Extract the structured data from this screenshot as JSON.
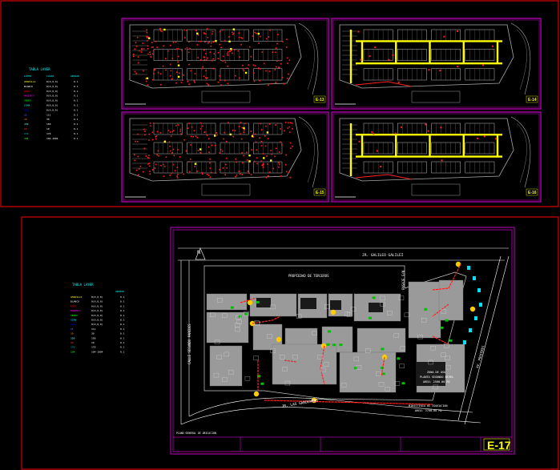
{
  "top_legend": {
    "title": "TABLA LAYER",
    "headers": [
      "LAYER",
      "COLOR",
      "GROSOR"
    ],
    "rows": [
      {
        "name": "AMARILLO",
        "color_hex": "#ffff00",
        "val": "0(0,0,0)",
        "w": "0.1"
      },
      {
        "name": "BLANCO",
        "color_hex": "#ffffff",
        "val": "0(0,0,0)",
        "w": "0.1"
      },
      {
        "name": "ROJO",
        "color_hex": "#ff0000",
        "val": "0(0,0,0)",
        "w": "0.1"
      },
      {
        "name": "MAGENTA",
        "color_hex": "#ff00ff",
        "val": "0(0,0,0)",
        "w": "0.1"
      },
      {
        "name": "VERDE",
        "color_hex": "#00ff00",
        "val": "0(0,0,0)",
        "w": "0.1"
      },
      {
        "name": "CIAN",
        "color_hex": "#00ffff",
        "val": "0(0,0,0)",
        "w": "0.1"
      },
      {
        "name": "AZUL",
        "color_hex": "#0000ff",
        "val": "0(0,0,0)",
        "w": "0.1"
      },
      {
        "name": "11",
        "color_hex": "#8080ff",
        "val": "111",
        "w": "0.1"
      },
      {
        "name": "30",
        "color_hex": "#ff8000",
        "val": "30",
        "w": "0.1"
      },
      {
        "name": "150",
        "color_hex": "#80ffff",
        "val": "150",
        "w": "0.1"
      },
      {
        "name": "10",
        "color_hex": "#ff4040",
        "val": "10",
        "w": "0.1"
      },
      {
        "name": "170",
        "color_hex": "#00c0c0",
        "val": "170",
        "w": "0.1"
      },
      {
        "name": "104",
        "color_hex": "#40ff40",
        "val": "104-1004",
        "w": "0.1"
      }
    ]
  },
  "bottom_legend": {
    "title": "TABLA LAYER",
    "headers": [
      "GROSOR"
    ],
    "rows": [
      {
        "name": "AMARILLO",
        "color_hex": "#ffff00",
        "val": "0(0,0,0)",
        "w": "0.1"
      },
      {
        "name": "BLANCO",
        "color_hex": "#ffffff",
        "val": "0(0,0,0)",
        "w": "0.1"
      },
      {
        "name": "ROJO",
        "color_hex": "#ff0000",
        "val": "0(0,0,0)",
        "w": "0.1"
      },
      {
        "name": "MAGENTA",
        "color_hex": "#ff00ff",
        "val": "0(0,0,0)",
        "w": "0.1"
      },
      {
        "name": "VERDE",
        "color_hex": "#00ff00",
        "val": "0(0,0,0)",
        "w": "0.1"
      },
      {
        "name": "CIAN",
        "color_hex": "#00ffff",
        "val": "0(0,0,0)",
        "w": "0.1"
      },
      {
        "name": "AZUL",
        "color_hex": "#0000ff",
        "val": "0(0,0,0)",
        "w": "0.1"
      },
      {
        "name": "11",
        "color_hex": "#8080ff",
        "val": "111",
        "w": "0.1"
      },
      {
        "name": "30",
        "color_hex": "#ff8000",
        "val": "30",
        "w": "0.1"
      },
      {
        "name": "150",
        "color_hex": "#80ffff",
        "val": "150",
        "w": "0.1"
      },
      {
        "name": "10",
        "color_hex": "#ff4040",
        "val": "10",
        "w": "0.1"
      },
      {
        "name": "170",
        "color_hex": "#00c0c0",
        "val": "170",
        "w": "0.1"
      },
      {
        "name": "104",
        "color_hex": "#40ff40",
        "val": "104-1004",
        "w": "0.1"
      }
    ]
  },
  "sheet_codes": {
    "p1": "E-13",
    "p2": "E-14",
    "p3": "E-15",
    "p4": "E-16"
  },
  "site_plan": {
    "street_top": "JR. GALILEO GALILEI",
    "street_bottom": "JR. LAS GARDENIAS",
    "street_left": "CALLE SEGUNDO PAREDES",
    "street_right": "AV. PROCERES",
    "label_a": "PROPIEDAD DE TERCEROS",
    "label_b": "PASAJE S/N",
    "label_c1": "ZONA DE USO",
    "label_c2": "PLANTA SEGUNDO NIVEL",
    "label_c3": "AREA: 2500.00 M2",
    "label_d1": "MINISTERIO DE EDUCACION",
    "label_d2": "AREA: 3700.00 M2",
    "north": "N",
    "sheet_code": "E-17",
    "title_footer": "PLANO GENERAL DE UBICACION"
  },
  "colors": {
    "frame_red": "#ff0000",
    "panel_magenta": "#c000c0",
    "wall_gray": "#9a9a9a",
    "accent_yellow": "#ffff00",
    "accent_red": "#ff2020",
    "accent_green": "#00ff00"
  }
}
